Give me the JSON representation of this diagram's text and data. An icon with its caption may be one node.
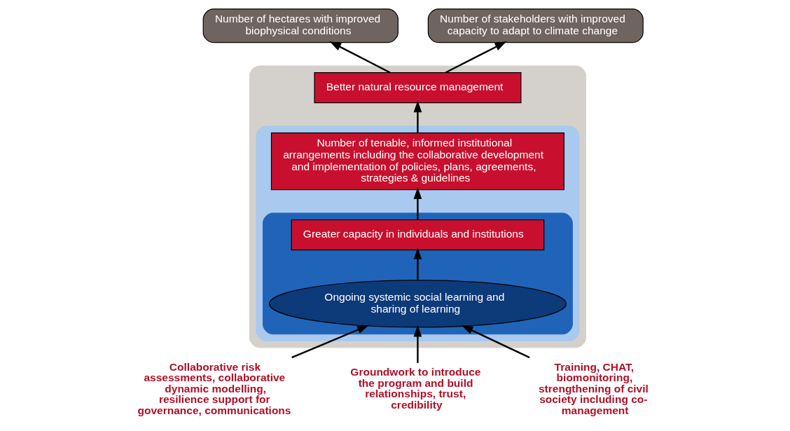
{
  "diagram": {
    "nodes": [
      {
        "text": [
          "Number of hectares with improved biophysical conditions"
        ]
      },
      {
        "text": [
          "Number of stakeholders with improved capacity to adapt to climate change"
        ]
      },
      {
        "text": [],
        "shape": "ellipse"
      },
      {
        "text": [
          "Better natural resource management"
        ],
        "in": 2
      },
      {
        "text": [],
        "shape": "ellipse",
        "in": 2
      },
      {
        "text": [
          "Number of tenable, informed institutional arrangements including the collaborative development and implementation of policies, plans, agreements, strategies & guidelines"
        ],
        "in": 4
      },
      {
        "text": [],
        "shape": "ellipse",
        "in": 4
      },
      {
        "text": [
          "Greater capacity in individuals and institutions"
        ],
        "in": 6
      },
      {
        "text": [
          "Ongoing systemic social learning and sharing of learning"
        ],
        "in": 6
      },
      {
        "text": [
          "Collaborative risk assessments, collaborative dynamic modelling, resilience support for governance, communications"
        ]
      },
      {
        "text": [
          "Groundwork to introduce the program and build relationships, trust, credibility"
        ]
      },
      {
        "text": [
          "Training, CHAT, biomonitoring, strengthening of civil society including co-management"
        ]
      }
    ],
    "edges": [
      {
        "from": 3,
        "to": 0,
        "arrow": "to"
      },
      {
        "from": 3,
        "to": 1,
        "arrow": "to"
      },
      {
        "from": 5,
        "to": 3,
        "arrow": "to"
      },
      {
        "from": 7,
        "to": 5,
        "arrow": "to"
      },
      {
        "from": 8,
        "to": 7,
        "arrow": "to"
      },
      {
        "from": 9,
        "to": 8,
        "arrow": "to"
      },
      {
        "from": 10,
        "to": 8,
        "arrow": "to"
      },
      {
        "from": 11,
        "to": 8,
        "arrow": "to"
      }
    ]
  }
}
